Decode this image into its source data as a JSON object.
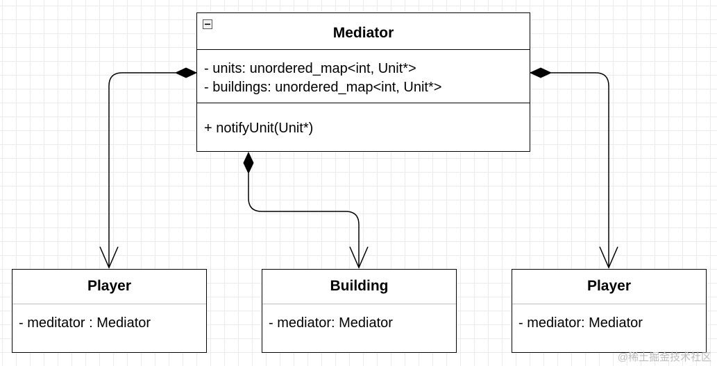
{
  "mediator": {
    "name": "Mediator",
    "attributes": [
      "- units: unordered_map<int, Unit*>",
      "- buildings: unordered_map<int, Unit*>"
    ],
    "operations": [
      "+ notifyUnit(Unit*)"
    ]
  },
  "player_left": {
    "name": "Player",
    "attributes": [
      "- meditator : Mediator"
    ]
  },
  "building": {
    "name": "Building",
    "attributes": [
      "- mediator: Mediator"
    ]
  },
  "player_right": {
    "name": "Player",
    "attributes": [
      "- mediator: Mediator"
    ]
  },
  "watermark": "@稀土掘金技术社区",
  "colors": {
    "line": "#000000",
    "grid": "#ebebeb",
    "divider_light": "#bdbdbd"
  },
  "icons": {
    "collapse": "minus-square-icon",
    "composition": "filled-diamond-icon",
    "arrowhead": "open-arrow-icon"
  }
}
